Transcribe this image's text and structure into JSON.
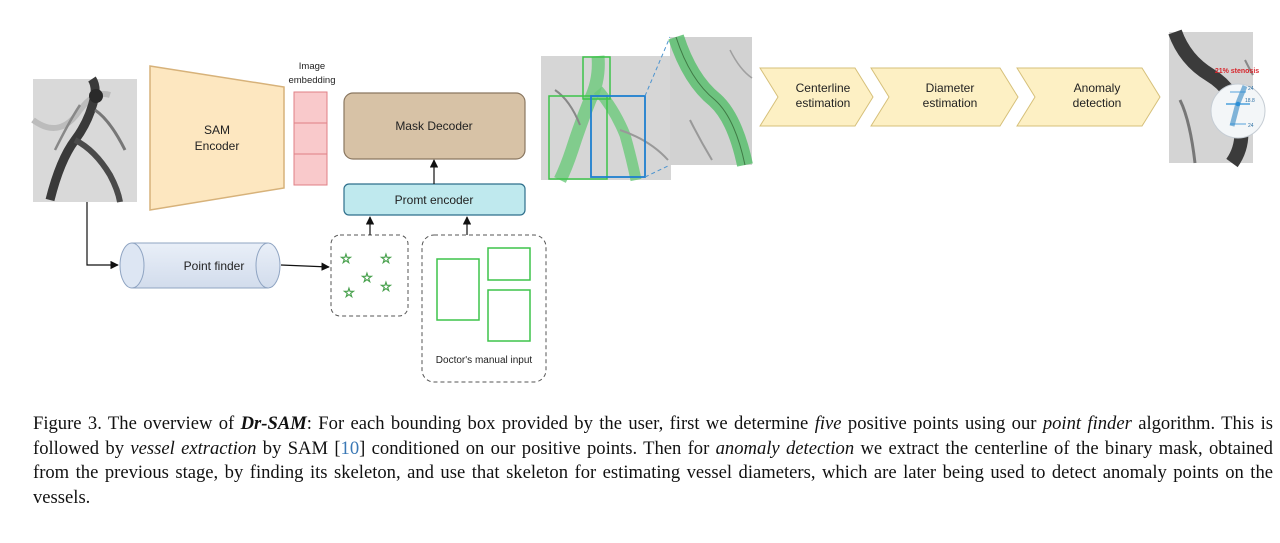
{
  "sam_encoder": {
    "line1": "SAM",
    "line2": "Encoder"
  },
  "image_embedding": {
    "line1": "Image",
    "line2": "embedding"
  },
  "mask_decoder": "Mask Decoder",
  "prompt_encoder": "Promt encoder",
  "point_finder": "Point finder",
  "manual_input": "Doctor's manual input",
  "pipeline": [
    {
      "line1": "Centerline",
      "line2": "estimation"
    },
    {
      "line1": "Diameter",
      "line2": "estimation"
    },
    {
      "line1": "Anomaly",
      "line2": "detection"
    }
  ],
  "result": {
    "stenosis_label": "21% stenosis",
    "values": [
      "24",
      "18.8",
      "24"
    ]
  },
  "caption": {
    "figure_label": "Figure 3.",
    "p1": "The overview of ",
    "name": "Dr-SAM",
    "p2": ": For each bounding box provided by the user, first we determine ",
    "em1": "five",
    "p3": " positive points using our ",
    "em2": "point finder",
    "p4": " algorithm. This is followed by ",
    "em3": "vessel extraction",
    "p5": " by SAM [",
    "cite": "10",
    "p6": "] conditioned on our positive points. Then for ",
    "em4": "anomaly detection",
    "p7": " we extract the centerline of the binary mask, obtained from the previous stage, by finding its skeleton, and use that skeleton for estimating vessel diameters, which are later being used to detect anomaly points on the vessels."
  },
  "colors": {
    "encoder_fill": "#fde7c0",
    "encoder_stroke": "#d7b27a",
    "embedding_fill": "#f9c9cb",
    "embedding_stroke": "#e07f86",
    "decoder_fill": "#d7c2a6",
    "prompt_fill": "#bfe9ee",
    "point_finder_fill": "#dde6f3",
    "pipeline_fill": "#fdf0c4",
    "box_green": "#3dc44a",
    "box_blue": "#1f7fd0",
    "stenosis_red": "#d8262c"
  }
}
